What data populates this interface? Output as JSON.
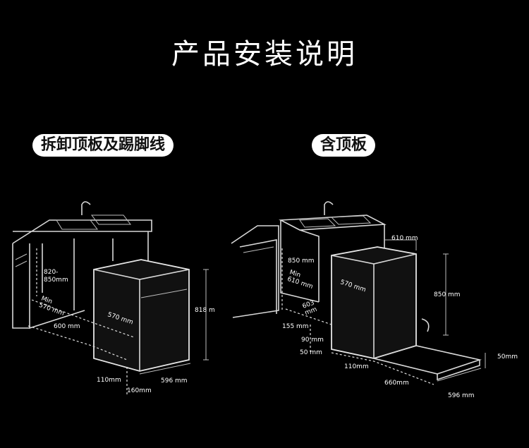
{
  "title": "产品安装说明",
  "left": {
    "label": "拆卸顶板及踢脚线",
    "dims": {
      "height_range": "820-\n850mm",
      "min_depth": "Min\n570 mm",
      "cabinet_width": "600 mm",
      "depth": "570 mm",
      "height": "818 m",
      "toe_height": "110mm",
      "toe_depth": "160mm",
      "width": "596 mm"
    }
  },
  "right": {
    "label": "含顶板",
    "dims": {
      "opening_width": "610 mm",
      "cabinet_height": "850 mm",
      "min_depth": "Min\n610 mm",
      "depth": "570 mm",
      "height": "850 mm",
      "door_clear": "603\nmm",
      "side": "155 mm",
      "leg1": "90 mm",
      "leg2": "50 mm",
      "toe": "110mm",
      "door_depth": "660mm",
      "door_thick": "50mm",
      "width": "596 mm"
    }
  }
}
